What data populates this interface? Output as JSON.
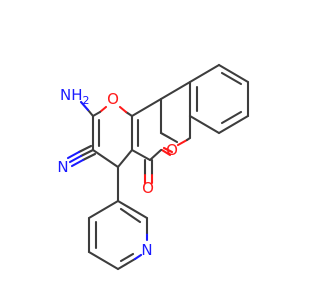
{
  "molecule": {
    "atoms": {
      "amine": "NH",
      "amine_subscript": "2",
      "pyran_oxygen": "O",
      "lactone_oxygen": "O",
      "carbonyl_oxygen": "O",
      "nitrile_nitrogen": "N",
      "pyridine_nitrogen": "N"
    },
    "colors": {
      "bond": "#3d3d3d",
      "nitrogen": "#1a1aff",
      "oxygen": "#ff1a1a"
    }
  }
}
